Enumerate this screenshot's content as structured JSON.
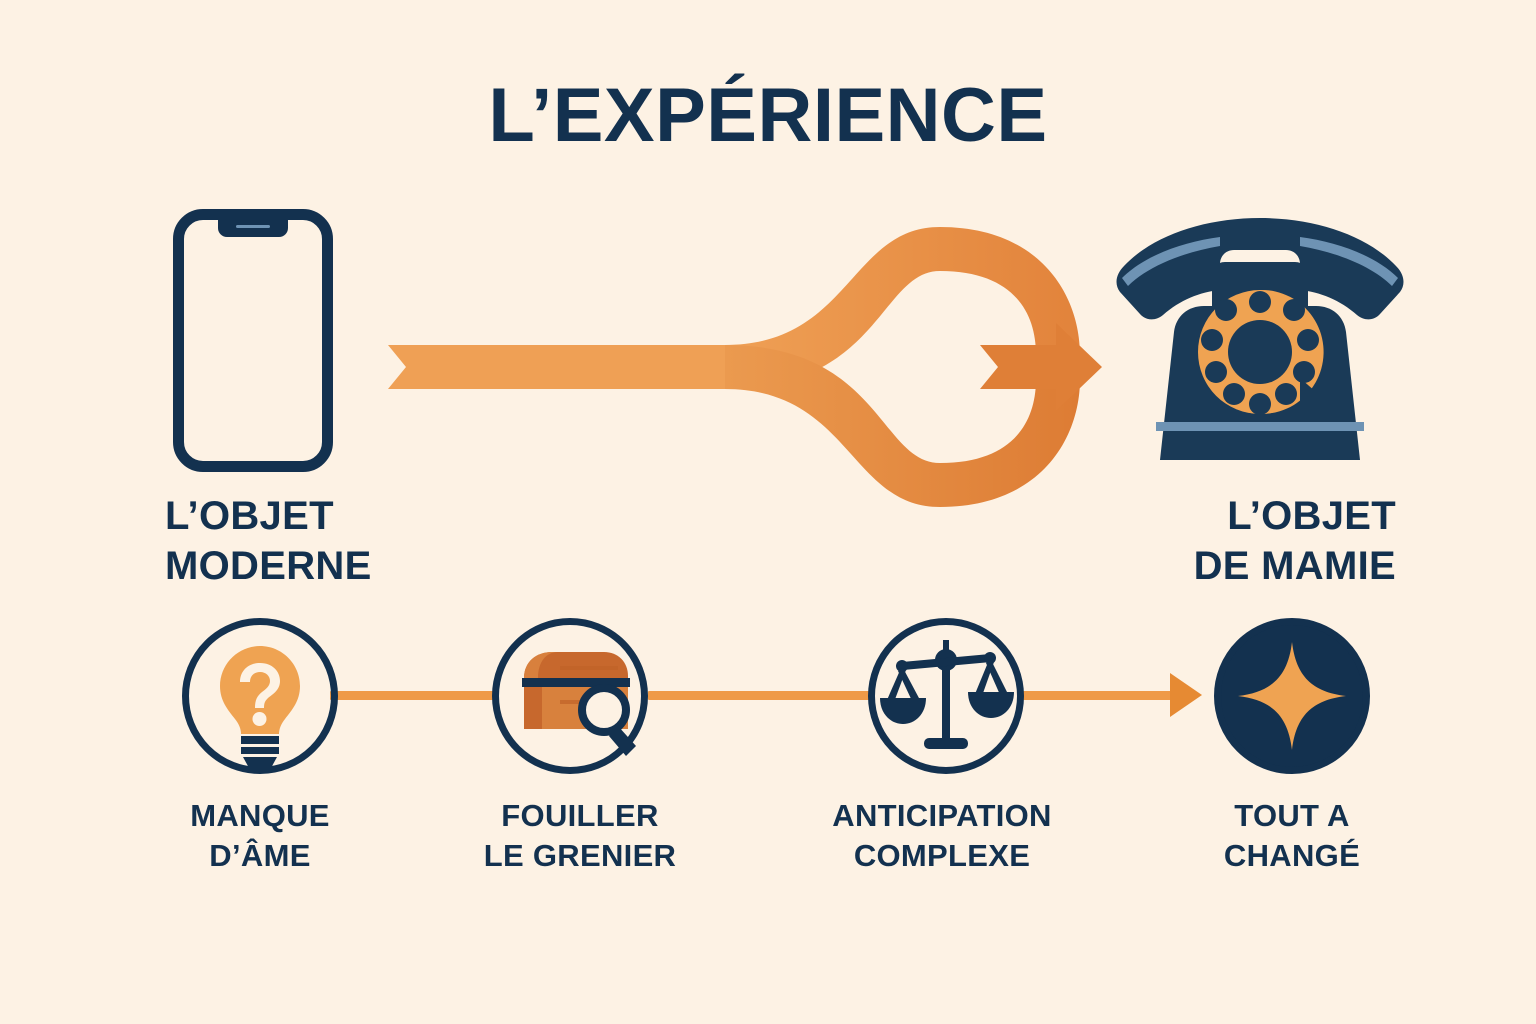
{
  "page": {
    "title": "L’EXPÉRIENCE",
    "background_color": "#fdf2e4",
    "navy": "#13314f",
    "orange": "#ef9a47",
    "orange_dark": "#e0803a"
  },
  "flow": {
    "source": {
      "icon": "smartphone-icon",
      "label": "L’OBJET\nMODERNE"
    },
    "arrow": {
      "icon": "looping-arrow-icon",
      "direction": "left-to-right"
    },
    "target": {
      "icon": "rotary-telephone-icon",
      "label": "L’OBJET\nDE MAMIE"
    }
  },
  "steps": [
    {
      "icon": "lightbulb-question-icon",
      "label": "MANQUE\nD’ÂME"
    },
    {
      "icon": "chest-magnifier-icon",
      "label": "FOUILLER\nLE GRENIER"
    },
    {
      "icon": "balance-scales-icon",
      "label": "ANTICIPATION\nCOMPLEXE"
    },
    {
      "icon": "sparkle-icon",
      "label": "TOUT A\nCHANGÉ"
    }
  ]
}
